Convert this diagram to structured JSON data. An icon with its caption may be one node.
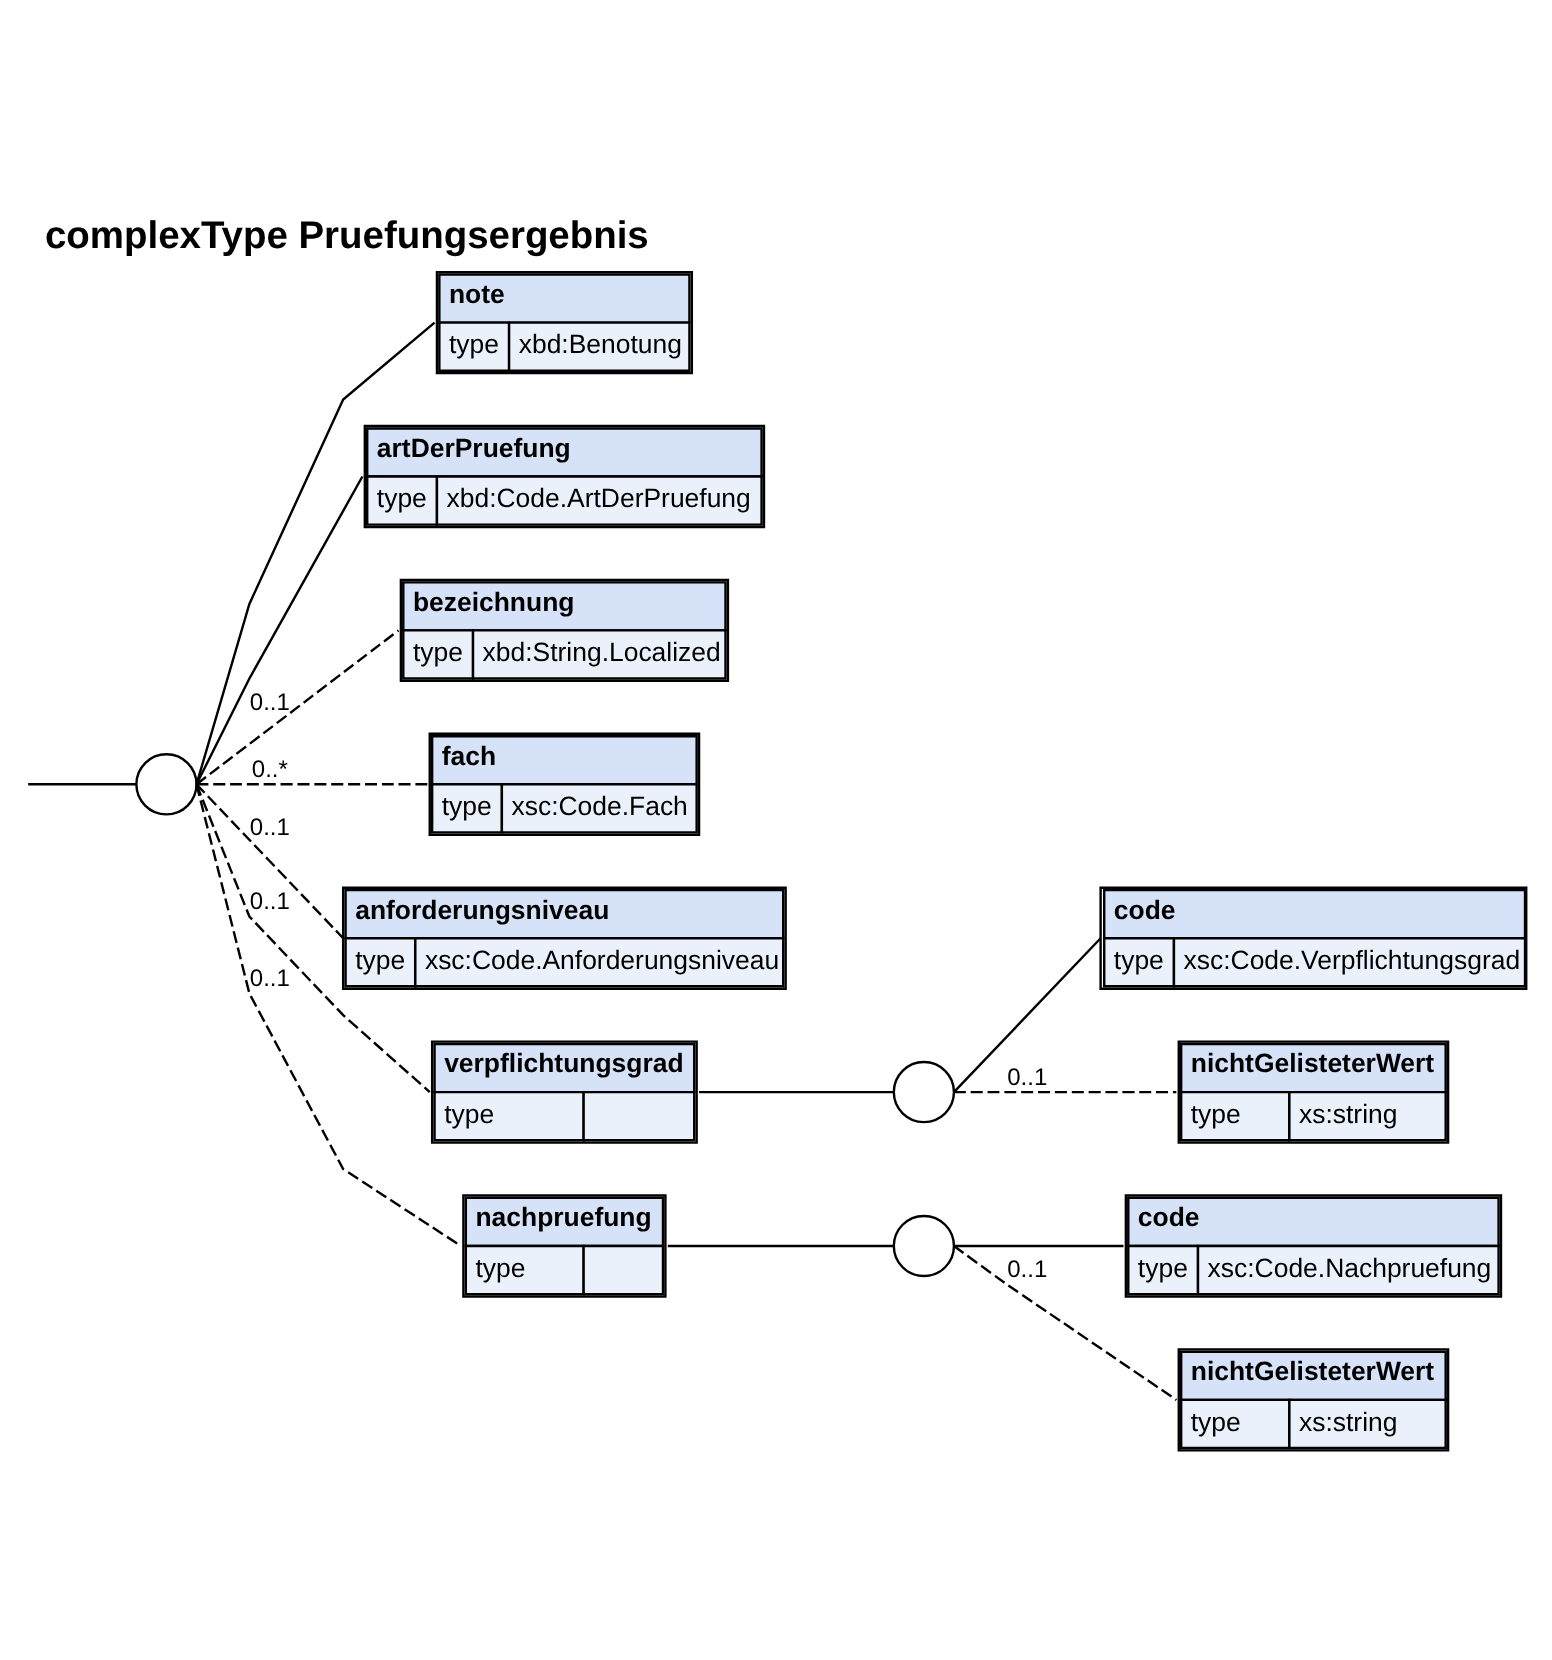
{
  "diagram": {
    "title": "complexType Pruefungsergebnis",
    "nodes": [
      {
        "text": [],
        "shape": "circle"
      },
      {
        "text": [
          "note",
          "type",
          "xbd:Benotung"
        ]
      },
      {
        "text": [
          "artDerPruefung",
          "type",
          "xbd:Code.ArtDerPruefung"
        ]
      },
      {
        "text": [
          "bezeichnung",
          "type",
          "xbd:String.Localized"
        ]
      },
      {
        "text": [
          "fach",
          "type",
          "xsc:Code.Fach"
        ]
      },
      {
        "text": [
          "anforderungsniveau",
          "type",
          "xsc:Code.Anforderungsniveau"
        ]
      },
      {
        "text": [
          "verpflichtungsgrad",
          "type"
        ]
      },
      {
        "text": [],
        "shape": "circle"
      },
      {
        "text": [
          "code",
          "type",
          "xsc:Code.Verpflichtungsgrad"
        ]
      },
      {
        "text": [
          "nichtGelisteterWert",
          "type",
          "xs:string"
        ]
      },
      {
        "text": [
          "nachpruefung",
          "type"
        ]
      },
      {
        "text": [],
        "shape": "circle"
      },
      {
        "text": [
          "code",
          "type",
          "xsc:Code.Nachpruefung"
        ]
      },
      {
        "text": [
          "nichtGelisteterWert",
          "type",
          "xs:string"
        ]
      }
    ],
    "edges": [
      {
        "from": null,
        "to": 0,
        "arrow": "none"
      },
      {
        "from": 0,
        "to": 1,
        "arrow": "none"
      },
      {
        "from": 0,
        "to": 2,
        "arrow": "none"
      },
      {
        "from": 0,
        "to": 3,
        "arrow": "none",
        "style": "dashed",
        "label": "0..1"
      },
      {
        "from": 0,
        "to": 4,
        "arrow": "none",
        "style": "dashed",
        "label": "0..*"
      },
      {
        "from": 0,
        "to": 5,
        "arrow": "none",
        "style": "dashed",
        "label": "0..1"
      },
      {
        "from": 0,
        "to": 6,
        "arrow": "none",
        "style": "dashed",
        "label": "0..1"
      },
      {
        "from": 0,
        "to": 10,
        "arrow": "none",
        "style": "dashed",
        "label": "0..1"
      },
      {
        "from": 6,
        "to": 7,
        "arrow": "none"
      },
      {
        "from": 7,
        "to": 8,
        "arrow": "none"
      },
      {
        "from": 7,
        "to": 9,
        "arrow": "none",
        "style": "dashed",
        "label": "0..1"
      },
      {
        "from": 10,
        "to": 11,
        "arrow": "none"
      },
      {
        "from": 11,
        "to": 12,
        "arrow": "none"
      },
      {
        "from": 11,
        "to": 13,
        "arrow": "none",
        "style": "dashed",
        "label": "0..1"
      }
    ]
  }
}
